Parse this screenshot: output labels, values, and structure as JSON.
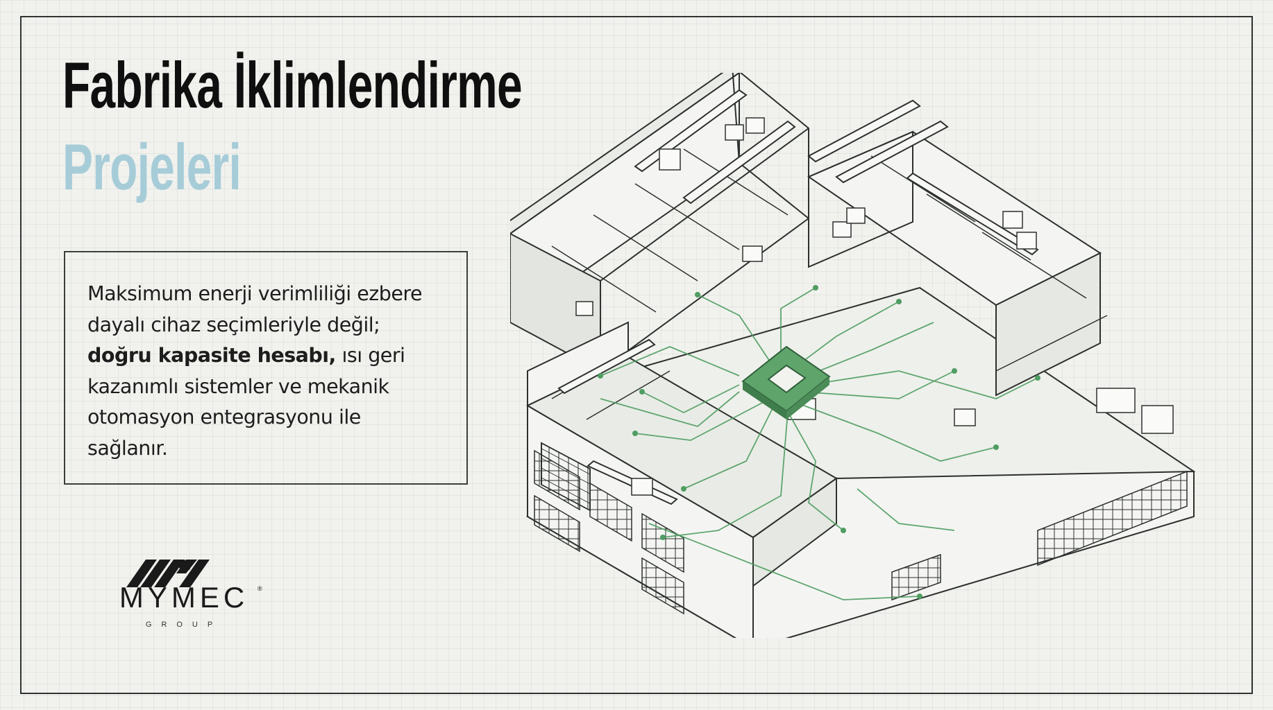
{
  "title": {
    "line1": "Fabrika İklimlendirme",
    "line2": "Projeleri"
  },
  "description": {
    "part1": "Maksimum enerji verimliliği ezbere dayalı cihaz seçimleriyle değil; ",
    "part2_bold": "doğru kapasite hesabı,",
    "part3": " ısı geri kazanımlı sistemler ve mekanik otomasyon entegrasyonu ile sağlanır."
  },
  "logo": {
    "name": "MYMEC",
    "registered": "®",
    "group": "GROUP"
  },
  "colors": {
    "title_dark": "#0e0f0e",
    "title_accent": "#a6ccd8",
    "circuit_green": "#4f9d62",
    "chip_green": "#5fa56b",
    "line": "#2c302e"
  }
}
